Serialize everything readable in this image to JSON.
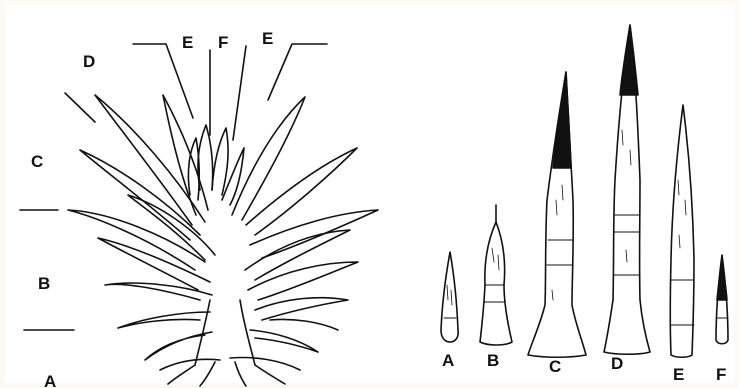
{
  "plant_labels": {
    "top_left_e": "E",
    "top_f": "F",
    "top_right_e": "E",
    "d": "D",
    "c": "C",
    "b": "B",
    "a": "A"
  },
  "leaf_labels": [
    "A",
    "B",
    "C",
    "D",
    "E",
    "F"
  ],
  "colors": {
    "ink": "#111111",
    "paper": "#ffffff",
    "border": "#fdf9f5"
  }
}
